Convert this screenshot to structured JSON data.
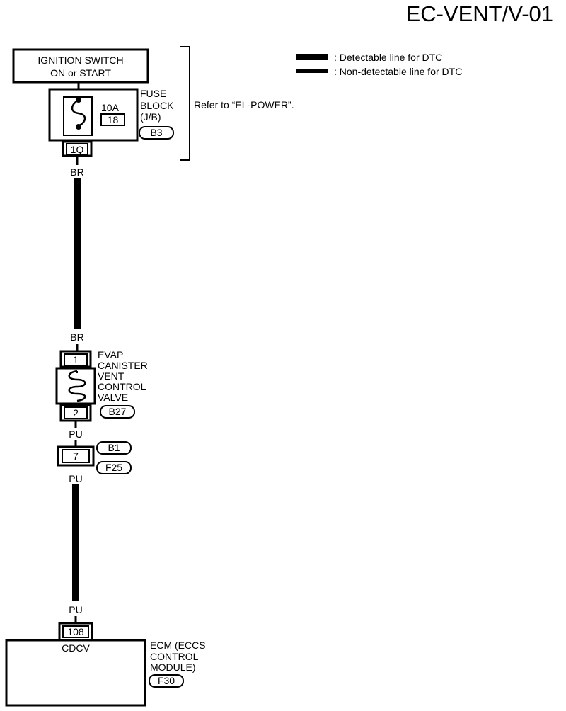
{
  "title": "EC-VENT/V-01",
  "legend": {
    "detectable": ": Detectable line for DTC",
    "non_detectable": ": Non-detectable line for DTC"
  },
  "ignition": {
    "line1": "IGNITION SWITCH",
    "line2": "ON or START"
  },
  "fuse_block": {
    "rating": "10A",
    "fuse_number": "18",
    "label_lines": [
      "FUSE",
      "BLOCK",
      "(J/B)"
    ],
    "connector_id": "B3",
    "terminal": "1Q"
  },
  "refer_note": "Refer to “EL-POWER”.",
  "wires": {
    "br_top": "BR",
    "br_bottom": "BR",
    "pu_1": "PU",
    "pu_2": "PU",
    "pu_3": "PU"
  },
  "valve": {
    "pin_top": "1",
    "pin_bottom": "2",
    "label_lines": [
      "EVAP",
      "CANISTER",
      "VENT",
      "CONTROL",
      "VALVE"
    ],
    "connector_id": "B27"
  },
  "joint_connector": {
    "pin": "7",
    "connector_top": "B1",
    "connector_bottom": "F25"
  },
  "ecm": {
    "pin": "108",
    "terminal_name": "CDCV",
    "label_lines": [
      "ECM (ECCS",
      "CONTROL",
      "MODULE)"
    ],
    "connector_id": "F30"
  }
}
